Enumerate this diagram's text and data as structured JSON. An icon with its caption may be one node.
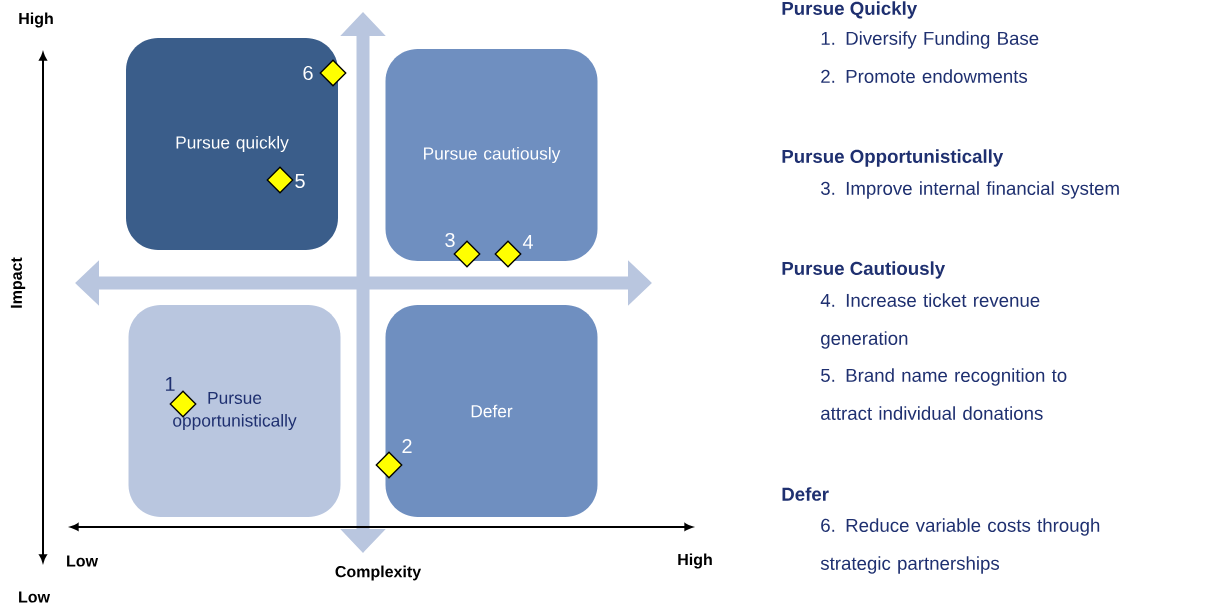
{
  "diagram": {
    "nodes": [
      {
        "text": [
          "Pursue quickly"
        ]
      },
      {
        "text": [
          "Pursue cautiously"
        ]
      },
      {
        "text": [
          "Pursue opportunistically"
        ]
      },
      {
        "text": [
          "Defer"
        ]
      },
      {
        "text": [],
        "shape": "diamond",
        "beside": [
          "1"
        ],
        "in": 2
      },
      {
        "text": [],
        "shape": "diamond",
        "beside": [
          "2"
        ]
      },
      {
        "text": [],
        "shape": "diamond",
        "beside": [
          "3"
        ]
      },
      {
        "text": [],
        "shape": "diamond",
        "beside": [
          "4"
        ]
      },
      {
        "text": [],
        "shape": "diamond",
        "beside": [
          "5"
        ],
        "in": 0
      },
      {
        "text": [],
        "shape": "diamond",
        "beside": [
          "6"
        ]
      }
    ],
    "edges": [],
    "labels": [
      "High",
      "Impact",
      "Low",
      "Complexity",
      "High",
      "Low",
      "Pursue Quickly",
      "1. Diversify Funding Base",
      "2. Promote endowments",
      "Pursue Opportunistically",
      "3. Improve internal financial system",
      "Pursue Cautiously",
      "4. Increase ticket revenue generation",
      "5. Brand name recognition to attract individual donations",
      "Defer",
      "6. Reduce variable costs through strategic partnerships"
    ]
  }
}
